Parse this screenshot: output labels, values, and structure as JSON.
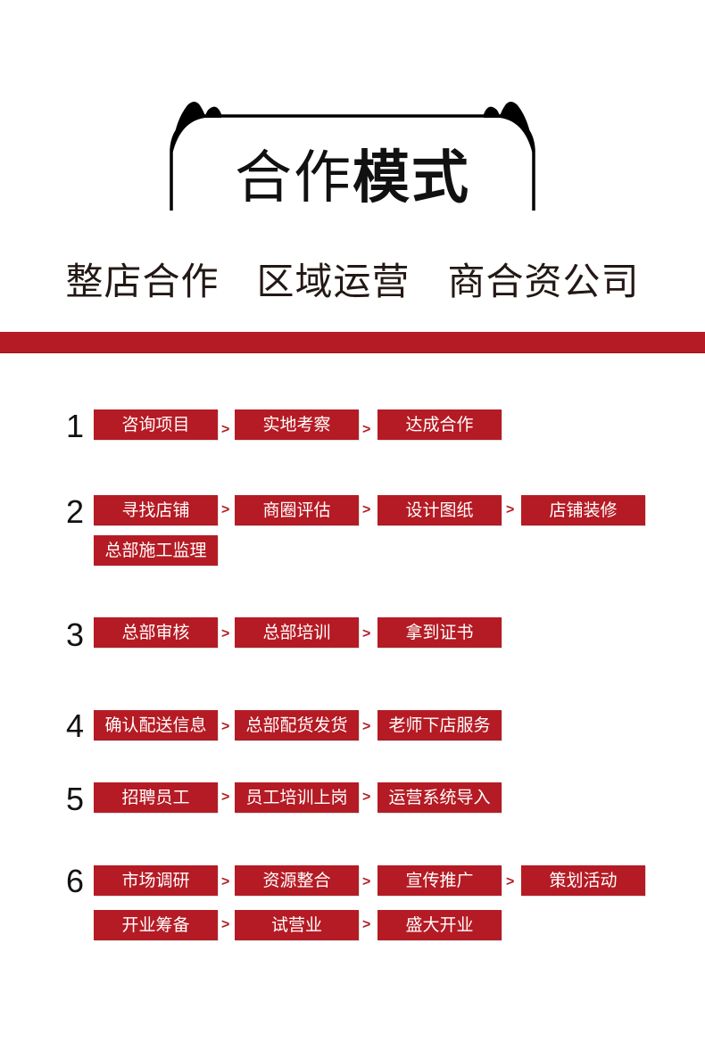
{
  "header": {
    "title_light": "合作",
    "title_bold": "模式",
    "subtitles": [
      "整店合作",
      "区域运营",
      "商合资公司"
    ]
  },
  "colors": {
    "accent": "#b51b24",
    "text": "#111111",
    "background": "#ffffff"
  },
  "steps": [
    {
      "number": "1",
      "rows": [
        [
          "咨询项目",
          "实地考察",
          "达成合作"
        ]
      ]
    },
    {
      "number": "2",
      "rows": [
        [
          "寻找店铺",
          "商圈评估",
          "设计图纸",
          "店铺装修"
        ],
        [
          "总部施工监理"
        ]
      ]
    },
    {
      "number": "3",
      "rows": [
        [
          "总部审核",
          "总部培训",
          "拿到证书"
        ]
      ]
    },
    {
      "number": "4",
      "rows": [
        [
          "确认配送信息",
          "总部配货发货",
          "老师下店服务"
        ]
      ]
    },
    {
      "number": "5",
      "rows": [
        [
          "招聘员工",
          "员工培训上岗",
          "运营系统导入"
        ]
      ]
    },
    {
      "number": "6",
      "rows": [
        [
          "市场调研",
          "资源整合",
          "宣传推广",
          "策划活动"
        ],
        [
          "开业筹备",
          "试营业",
          "盛大开业"
        ]
      ]
    }
  ],
  "arrow_glyph": ">"
}
